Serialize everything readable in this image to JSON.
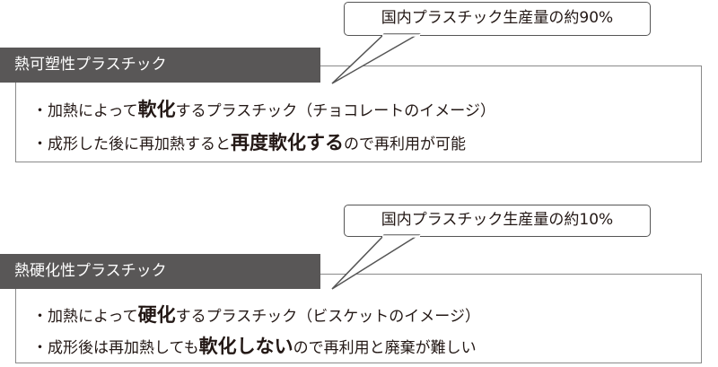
{
  "panels": [
    {
      "callout": "国内プラスチック生産量の約90%",
      "title": "熱可塑性プラスチック",
      "lines": [
        [
          {
            "t": "・加熱によって",
            "em": false
          },
          {
            "t": "軟化",
            "em": true
          },
          {
            "t": "するプラスチック（チョコレートのイメージ）",
            "em": false
          }
        ],
        [
          {
            "t": "・成形した後に再加熱すると",
            "em": false
          },
          {
            "t": "再度軟化する",
            "em": true
          },
          {
            "t": "ので再利用が可能",
            "em": false
          }
        ]
      ]
    },
    {
      "callout": "国内プラスチック生産量の約10%",
      "title": "熱硬化性プラスチック",
      "lines": [
        [
          {
            "t": "・加熱によって",
            "em": false
          },
          {
            "t": "硬化",
            "em": true
          },
          {
            "t": "するプラスチック（ビスケットのイメージ）",
            "em": false
          }
        ],
        [
          {
            "t": "・成形後は再加熱しても",
            "em": false
          },
          {
            "t": "軟化しない",
            "em": true
          },
          {
            "t": "ので再利用と廃棄が難しい",
            "em": false
          }
        ]
      ]
    }
  ]
}
